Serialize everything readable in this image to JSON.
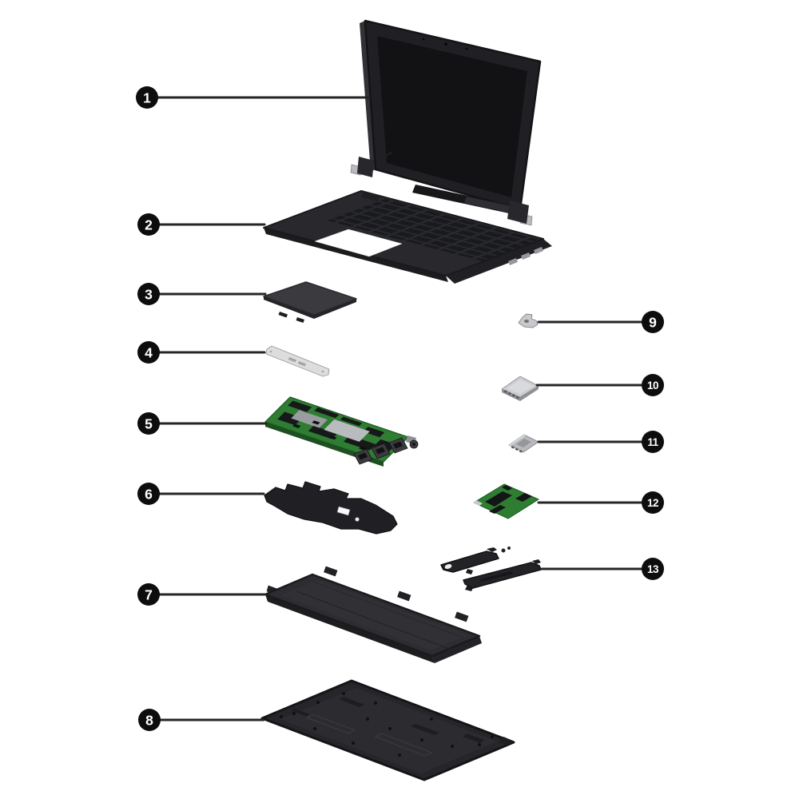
{
  "diagram": {
    "type": "exploded-parts-diagram",
    "subject": "laptop-service-illustration",
    "colors": {
      "background": "#ffffff",
      "callout_fill": "#0d0d0d",
      "callout_number": "#ffffff",
      "leader_line": "#262626",
      "part_dark": "#26262a",
      "pcb_green": "#2e7d32",
      "metal_gray": "#c8c9cc",
      "bracket_light": "#dddddd"
    },
    "callouts": [
      {
        "number": "1",
        "part": "display-assembly",
        "side": "left"
      },
      {
        "number": "2",
        "part": "keyboard-top-cover",
        "side": "left"
      },
      {
        "number": "3",
        "part": "touchpad",
        "side": "left"
      },
      {
        "number": "4",
        "part": "touchpad-bracket",
        "side": "left"
      },
      {
        "number": "5",
        "part": "system-board",
        "side": "left"
      },
      {
        "number": "6",
        "part": "system-board-shield",
        "side": "left"
      },
      {
        "number": "7",
        "part": "battery",
        "side": "left"
      },
      {
        "number": "8",
        "part": "bottom-cover",
        "side": "left"
      },
      {
        "number": "9",
        "part": "hinge-bracket",
        "side": "right"
      },
      {
        "number": "10",
        "part": "storage-module",
        "side": "right"
      },
      {
        "number": "11",
        "part": "wlan-module",
        "side": "right"
      },
      {
        "number": "12",
        "part": "io-board",
        "side": "right"
      },
      {
        "number": "13",
        "part": "speakers",
        "side": "right"
      }
    ]
  }
}
